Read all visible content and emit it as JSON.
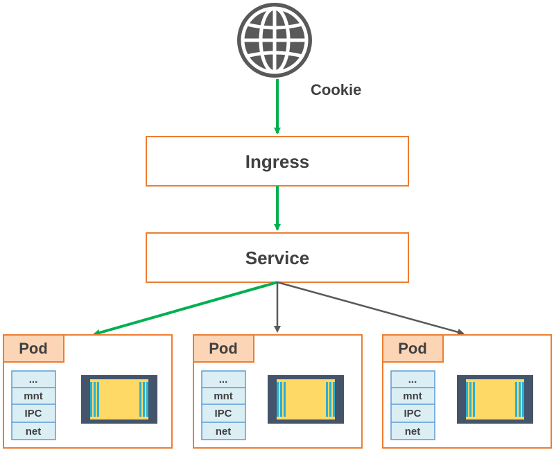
{
  "internet": {
    "icon": "globe-icon",
    "cookie_label": "Cookie"
  },
  "ingress": {
    "label": "Ingress"
  },
  "service": {
    "label": "Service"
  },
  "pods": [
    {
      "label": "Pod",
      "namespaces": [
        "...",
        "mnt",
        "IPC",
        "net"
      ],
      "container_icon": "container-icon",
      "route": "cookie"
    },
    {
      "label": "Pod",
      "namespaces": [
        "...",
        "mnt",
        "IPC",
        "net"
      ],
      "container_icon": "container-icon",
      "route": "default"
    },
    {
      "label": "Pod",
      "namespaces": [
        "...",
        "mnt",
        "IPC",
        "net"
      ],
      "container_icon": "container-icon",
      "route": "default"
    }
  ],
  "colors": {
    "box_border": "#ed7d31",
    "pod_header_fill": "#fbd5b5",
    "ns_fill": "#dbeef4",
    "ns_border": "#5b9bd5",
    "cookie_arrow": "#00b050",
    "default_arrow": "#595959",
    "container_fill": "#ffd966",
    "container_stripe": "#2ab0d6",
    "container_end": "#44546a",
    "globe": "#595959",
    "text": "#404040"
  }
}
